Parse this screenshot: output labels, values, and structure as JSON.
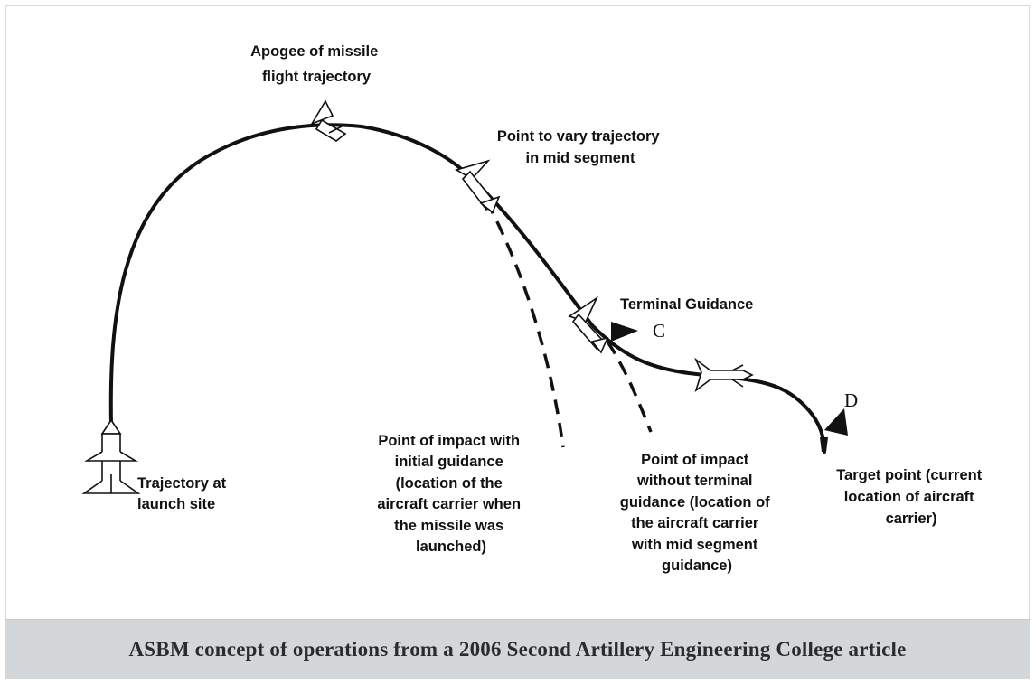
{
  "diagram": {
    "labels": {
      "apogee": [
        "Apogee of missile",
        "flight trajectory"
      ],
      "vary_point": [
        "Point to vary trajectory",
        "in mid segment"
      ],
      "terminal_guidance": "Terminal Guidance",
      "marker_c": "C",
      "marker_d": "D",
      "launch_site": [
        "Trajectory at",
        "launch site"
      ],
      "impact_initial": [
        "Point of impact with",
        "initial guidance",
        "(location of the",
        "aircraft carrier when",
        "the missile was",
        "launched)"
      ],
      "impact_no_terminal": [
        "Point of impact",
        "without terminal",
        "guidance (location of",
        "the aircraft carrier",
        "with mid segment",
        "guidance)"
      ],
      "target_point": [
        "Target point (current",
        "location of aircraft",
        "carrier)"
      ]
    },
    "colors": {
      "trajectory": "#111111",
      "caption_background": "#d3d7d9",
      "caption_text": "#2b2b2b"
    }
  },
  "caption": {
    "text": "ASBM concept of operations from a 2006 Second Artillery Engineering College article"
  }
}
